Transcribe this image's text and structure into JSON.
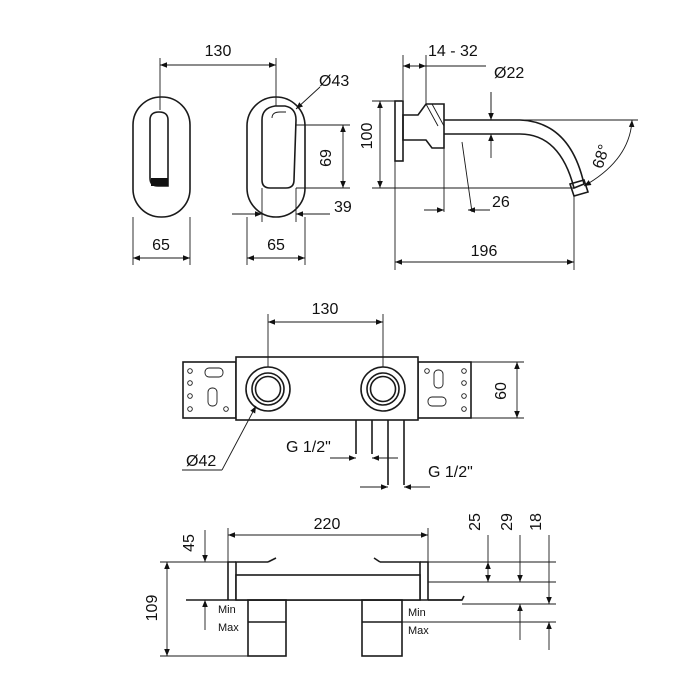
{
  "front_view": {
    "width_between": "130",
    "diameter": "Ø43",
    "height": "69",
    "spout_width": "39",
    "left_width": "65",
    "right_width": "65"
  },
  "side_view": {
    "wall_range": "14 - 32",
    "diameter": "Ø22",
    "height": "100",
    "angle": "68°",
    "offset": "26",
    "length": "196"
  },
  "box_view": {
    "center_distance": "130",
    "height": "60",
    "diameter": "Ø42",
    "thread_left": "G 1/2\"",
    "thread_right": "G 1/2\""
  },
  "bottom_view": {
    "width": "220",
    "depth_45": "45",
    "height": "109",
    "dim_25": "25",
    "dim_29": "29",
    "dim_18": "18",
    "min_label": "Min",
    "max_label": "Max"
  }
}
